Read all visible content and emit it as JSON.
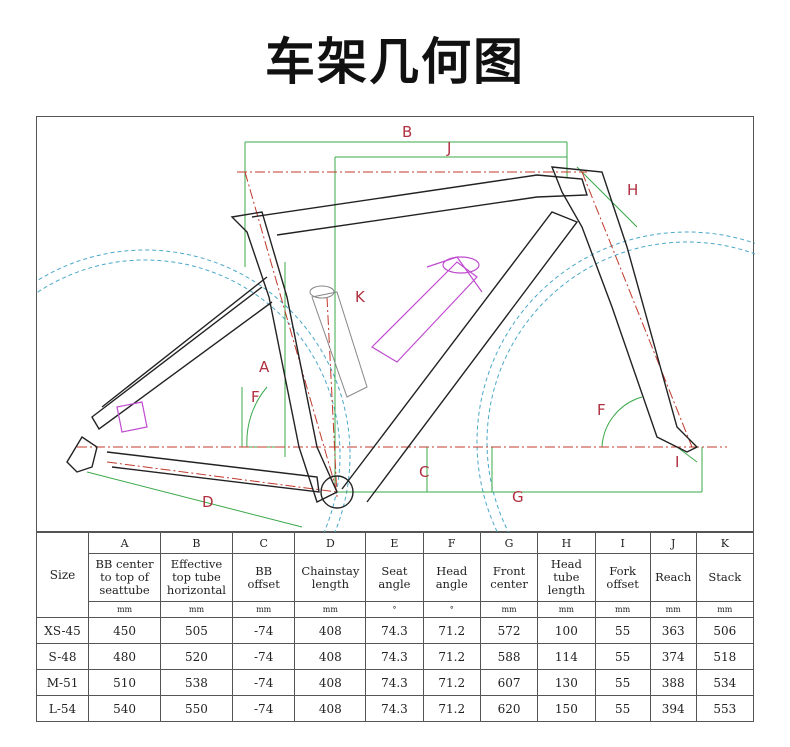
{
  "title": "车架几何图",
  "dimension_labels": {
    "A": "A",
    "B": "B",
    "C": "C",
    "D": "D",
    "F": "F",
    "G": "G",
    "H": "H",
    "I": "I",
    "J": "J",
    "K": "K"
  },
  "table": {
    "size_header": "Size",
    "columns": [
      {
        "letter": "A",
        "desc": [
          "BB center",
          "to top of",
          "seattube"
        ],
        "unit": "mm"
      },
      {
        "letter": "B",
        "desc": [
          "Effective",
          "top tube",
          "horizontal"
        ],
        "unit": "mm"
      },
      {
        "letter": "C",
        "desc": [
          "BB",
          "offset"
        ],
        "unit": "mm"
      },
      {
        "letter": "D",
        "desc": [
          "Chainstay",
          "length"
        ],
        "unit": "mm"
      },
      {
        "letter": "E",
        "desc": [
          "Seat",
          "angle"
        ],
        "unit": "°"
      },
      {
        "letter": "F",
        "desc": [
          "Head",
          "angle"
        ],
        "unit": "°"
      },
      {
        "letter": "G",
        "desc": [
          "Front",
          "center"
        ],
        "unit": "mm"
      },
      {
        "letter": "H",
        "desc": [
          "Head",
          "tube",
          "length"
        ],
        "unit": "mm"
      },
      {
        "letter": "I",
        "desc": [
          "Fork",
          "offset"
        ],
        "unit": "mm"
      },
      {
        "letter": "J",
        "desc": [
          "Reach"
        ],
        "unit": "mm"
      },
      {
        "letter": "K",
        "desc": [
          "Stack"
        ],
        "unit": "mm"
      }
    ],
    "rows": [
      {
        "size": "XS-45",
        "values": [
          "450",
          "505",
          "-74",
          "408",
          "74.3",
          "71.2",
          "572",
          "100",
          "55",
          "363",
          "506"
        ]
      },
      {
        "size": "S-48",
        "values": [
          "480",
          "520",
          "-74",
          "408",
          "74.3",
          "71.2",
          "588",
          "114",
          "55",
          "374",
          "518"
        ]
      },
      {
        "size": "M-51",
        "values": [
          "510",
          "538",
          "-74",
          "408",
          "74.3",
          "71.2",
          "607",
          "130",
          "55",
          "388",
          "534"
        ]
      },
      {
        "size": "L-54",
        "values": [
          "540",
          "550",
          "-74",
          "408",
          "74.3",
          "71.2",
          "620",
          "150",
          "55",
          "394",
          "553"
        ]
      }
    ]
  }
}
